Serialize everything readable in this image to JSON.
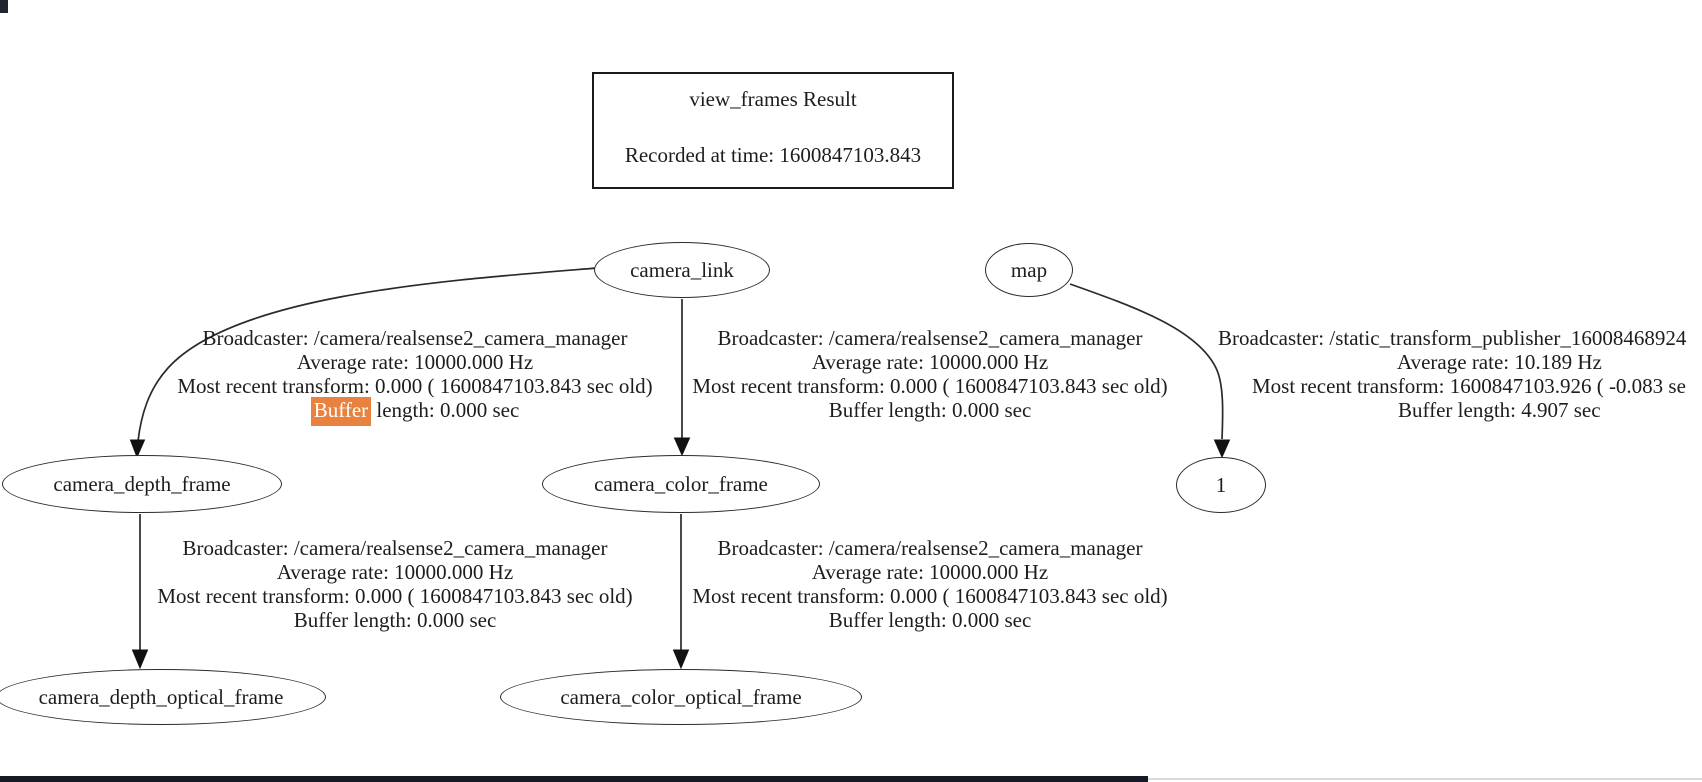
{
  "title_box": {
    "title": "view_frames Result",
    "recorded": "Recorded at time: 1600847103.843"
  },
  "nodes": {
    "camera_link": "camera_link",
    "map": "map",
    "camera_depth_frame": "camera_depth_frame",
    "camera_color_frame": "camera_color_frame",
    "one": "1",
    "camera_depth_optical_frame": "camera_depth_optical_frame",
    "camera_color_optical_frame": "camera_color_optical_frame"
  },
  "edge_labels": {
    "link_to_depth": {
      "broadcaster": "Broadcaster: /camera/realsense2_camera_manager",
      "rate": "Average rate: 10000.000 Hz",
      "recent": "Most recent transform: 0.000 ( 1600847103.843 sec old)",
      "buffer_highlighted_word": "Buffer",
      "buffer_rest": " length: 0.000 sec"
    },
    "link_to_color": {
      "broadcaster": "Broadcaster: /camera/realsense2_camera_manager",
      "rate": "Average rate: 10000.000 Hz",
      "recent": "Most recent transform: 0.000 ( 1600847103.843 sec old)",
      "buffer": "Buffer length: 0.000 sec"
    },
    "map_to_one": {
      "broadcaster": "Broadcaster: /static_transform_publisher_16008468924",
      "rate": "Average rate: 10.189 Hz",
      "recent": "Most recent transform: 1600847103.926 ( -0.083 se",
      "buffer": "Buffer length: 4.907 sec"
    },
    "depth_to_optical": {
      "broadcaster": "Broadcaster: /camera/realsense2_camera_manager",
      "rate": "Average rate: 10000.000 Hz",
      "recent": "Most recent transform: 0.000 ( 1600847103.843 sec old)",
      "buffer": "Buffer length: 0.000 sec"
    },
    "color_to_optical": {
      "broadcaster": "Broadcaster: /camera/realsense2_camera_manager",
      "rate": "Average rate: 10000.000 Hz",
      "recent": "Most recent transform: 0.000 ( 1600847103.843 sec old)",
      "buffer": "Buffer length: 0.000 sec"
    }
  },
  "highlight": {
    "background": "#e8823e",
    "text_color": "#ffffff"
  }
}
